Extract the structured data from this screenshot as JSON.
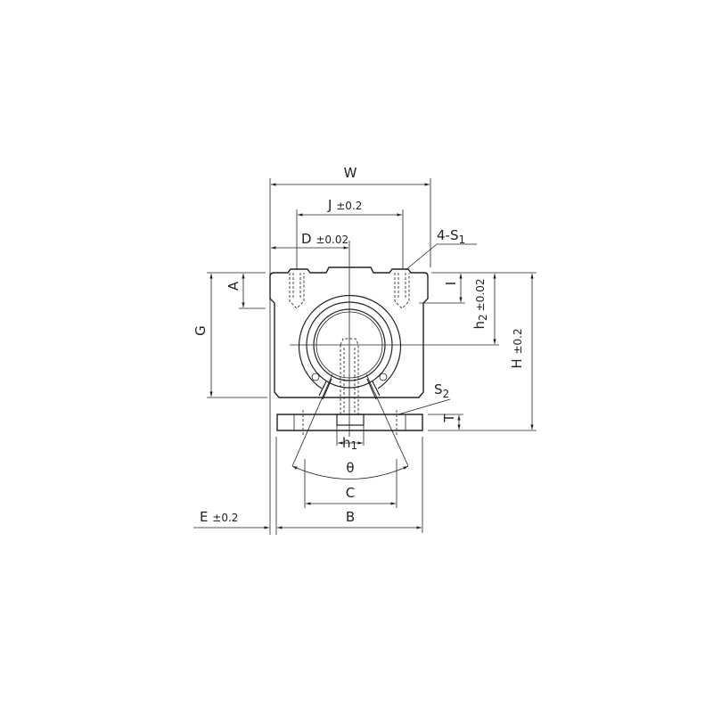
{
  "title": "Linear bushing pillow block dimension drawing",
  "labels": {
    "W": "W",
    "J": "J",
    "J_tol": "±0.2",
    "D": "D",
    "D_tol": "±0.02",
    "S1": "4-S",
    "S1_sub": "1",
    "A": "A",
    "I": "I",
    "G": "G",
    "h2": "h",
    "h2_sub": "2",
    "h2_tol": "±0.02",
    "H": "H",
    "H_tol": "±0.2",
    "S2": "S",
    "S2_sub": "2",
    "T": "T",
    "h1": "h",
    "h1_sub": "1",
    "theta": "θ",
    "C": "C",
    "B": "B",
    "E": "E",
    "E_tol": "±0.2"
  }
}
